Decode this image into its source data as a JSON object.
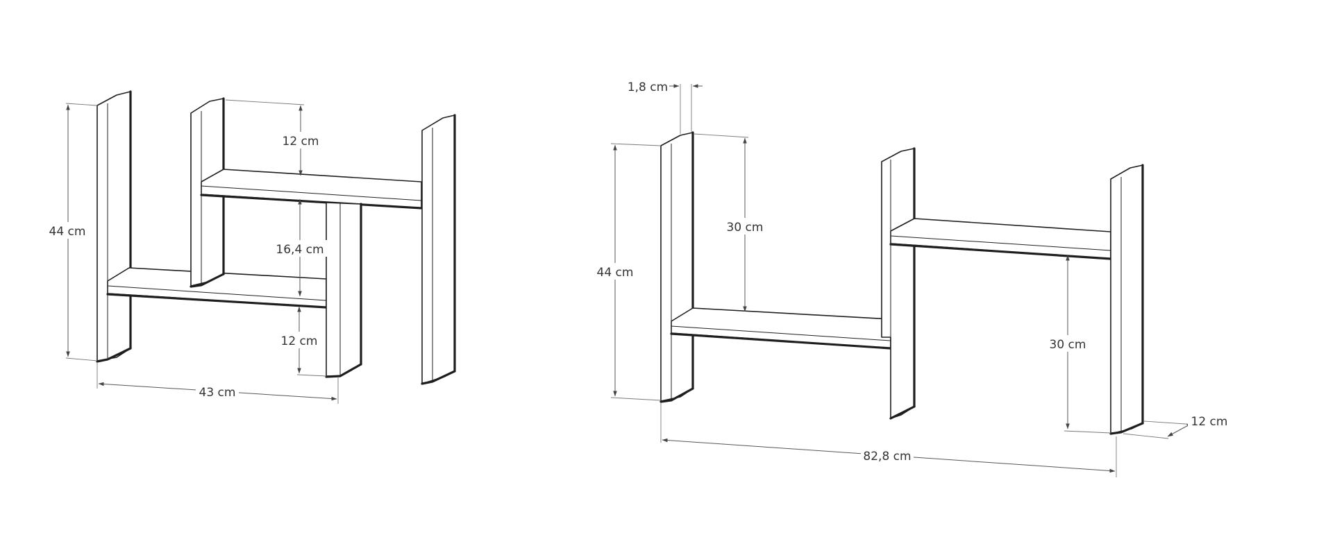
{
  "colors": {
    "line": "#1e1e1e",
    "dimension": "#555555",
    "text": "#333333",
    "background": "#ffffff"
  },
  "left_shelf": {
    "height": "44 cm",
    "width": "43 cm",
    "top_gap": "12 cm",
    "middle_gap": "16,4 cm",
    "bottom_gap": "12 cm"
  },
  "right_shelf": {
    "thickness": "1,8 cm",
    "height": "44 cm",
    "upper_gap": "30 cm",
    "lower_gap": "30 cm",
    "depth": "12 cm",
    "width": "82,8 cm"
  }
}
